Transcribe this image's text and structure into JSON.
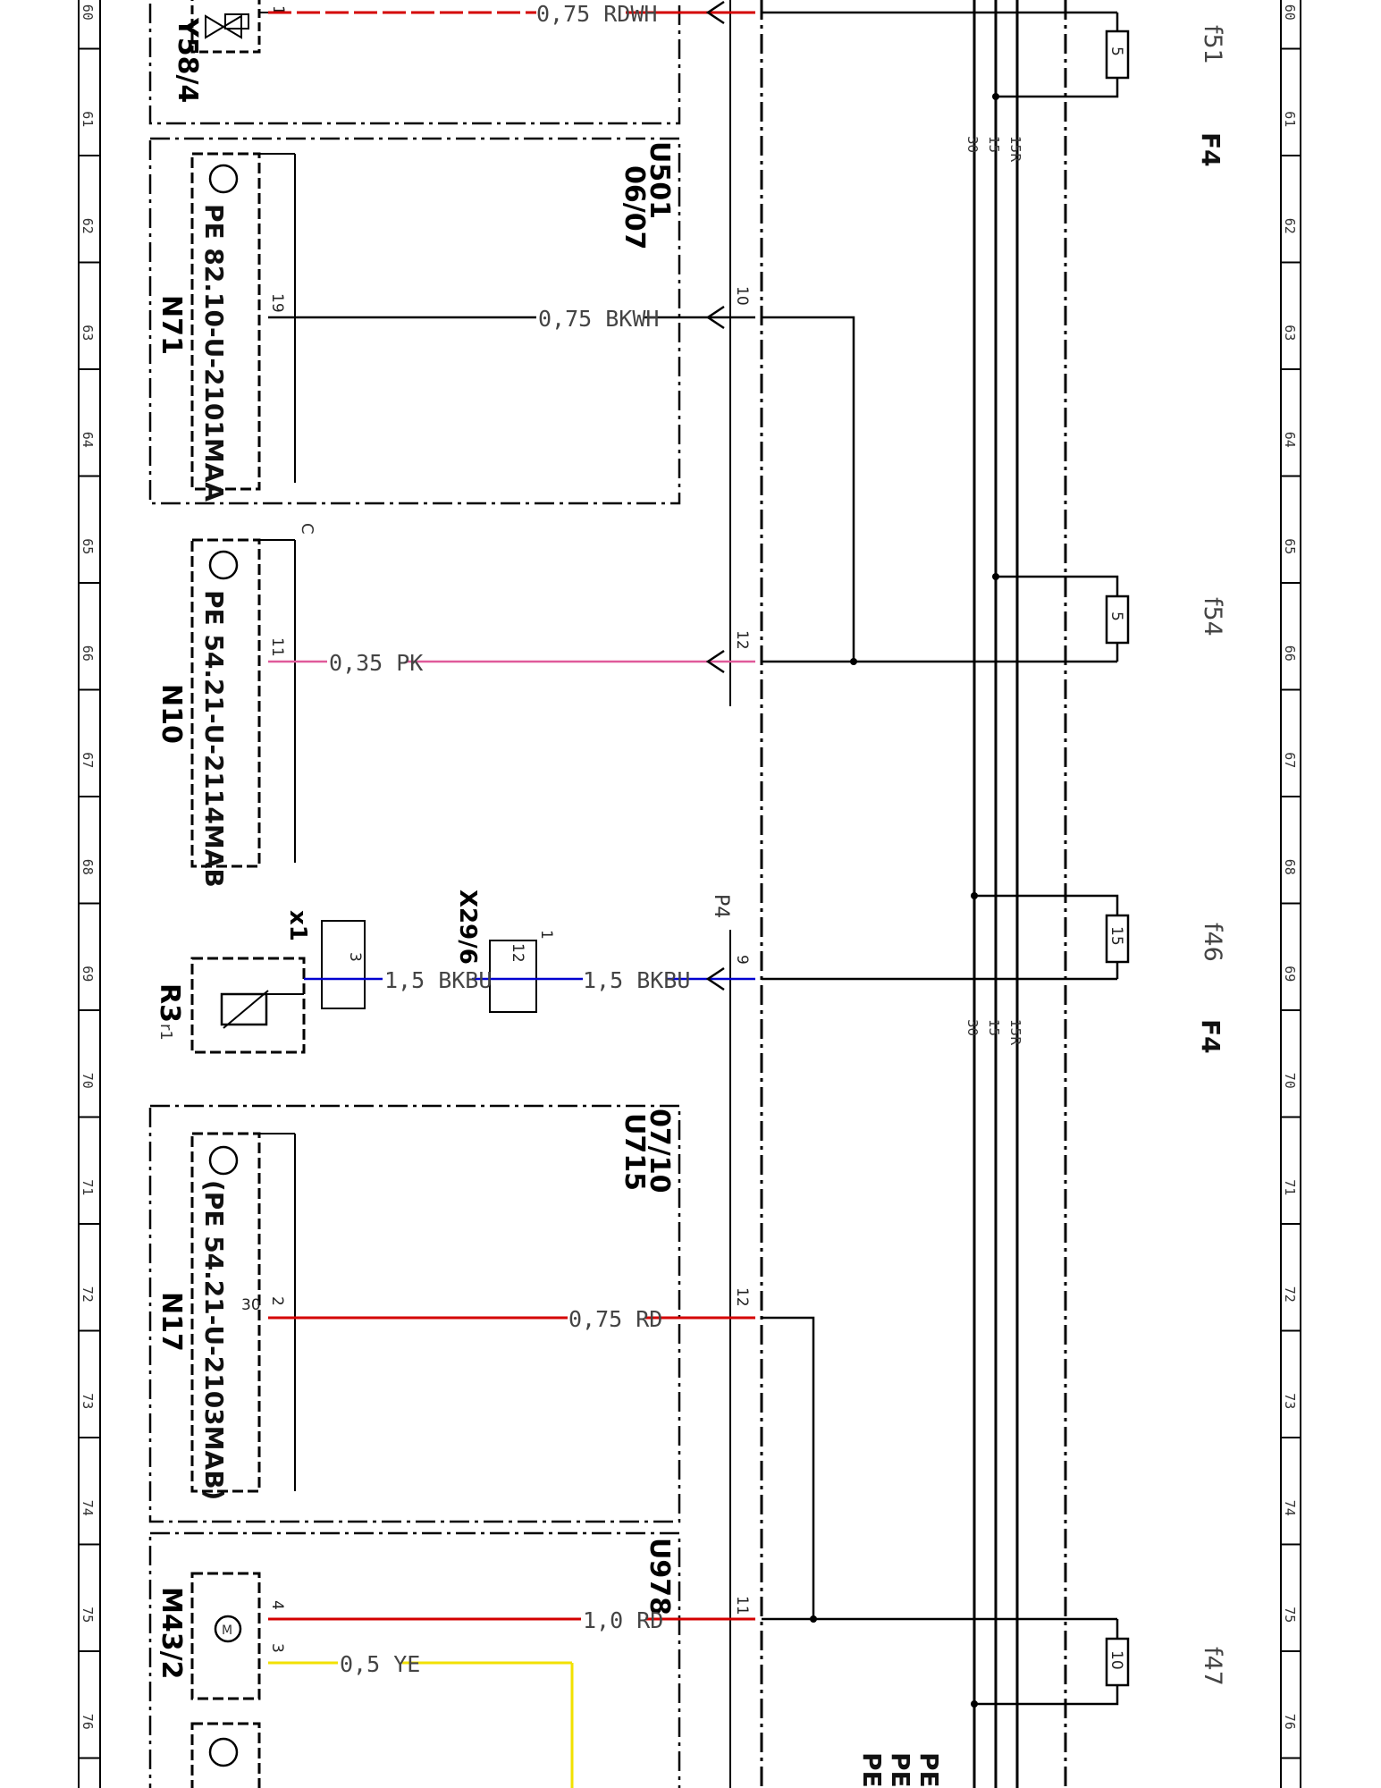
{
  "ruler": {
    "labels": [
      "60",
      "61",
      "62",
      "63",
      "64",
      "65",
      "66",
      "67",
      "68",
      "69",
      "70",
      "71",
      "72",
      "73",
      "74",
      "75",
      "76"
    ]
  },
  "components": {
    "y58": {
      "code": "Y58/4"
    },
    "n71": {
      "code": "N71",
      "part": "PE 82.10-U-2101MAA"
    },
    "n10": {
      "code": "N10",
      "part": "PE 54.21-U-2114MAB",
      "side_label": "C"
    },
    "r3": {
      "code": "R3",
      "sub": "r1"
    },
    "x1": {
      "code": "x1"
    },
    "x29": {
      "code": "X29/6"
    },
    "n17": {
      "code": "N17",
      "part": "(PE 54.21-U-2103MAB)",
      "pin_alt": "30"
    },
    "m43": {
      "code": "M43/2"
    },
    "u501": {
      "code": "U501",
      "ref": "06/07"
    },
    "u715": {
      "code": "U715",
      "ref": "07/10"
    },
    "u978": {
      "code": "U978"
    },
    "p4": {
      "code": "P4"
    }
  },
  "wires": [
    {
      "label": "0,75 RDWH",
      "color": "#d40000"
    },
    {
      "label": "0,75 BKWH",
      "color": "#000000"
    },
    {
      "label": "0,35 PK",
      "color": "#e05a9a"
    },
    {
      "label": "1,5 BKBU",
      "color": "#0000d0"
    },
    {
      "label": "1,5 BKBU",
      "color": "#0000d0"
    },
    {
      "label": "0,75 RD",
      "color": "#d40000"
    },
    {
      "label": "1,0 RD",
      "color": "#d40000"
    },
    {
      "label": "0,5 YE",
      "color": "#f2e100"
    }
  ],
  "pins": {
    "n71": "19",
    "p10": "10",
    "n10": "11",
    "p12a": "12",
    "x1": "3",
    "x29a": "12",
    "x29b": "1",
    "p9": "9",
    "n17": "2",
    "p12b": "12",
    "m43a": "4",
    "m43b": "3",
    "p11": "11",
    "y58": "1"
  },
  "fuses": [
    {
      "name": "f51",
      "rating": "5"
    },
    {
      "name": "f54",
      "rating": "5"
    },
    {
      "name": "f46",
      "rating": "15"
    },
    {
      "name": "f47",
      "rating": "10"
    }
  ],
  "bus": {
    "labels": [
      "30",
      "15",
      "15R"
    ],
    "group": "F4"
  },
  "footer_marks": [
    "PE",
    "PE",
    "PE"
  ]
}
